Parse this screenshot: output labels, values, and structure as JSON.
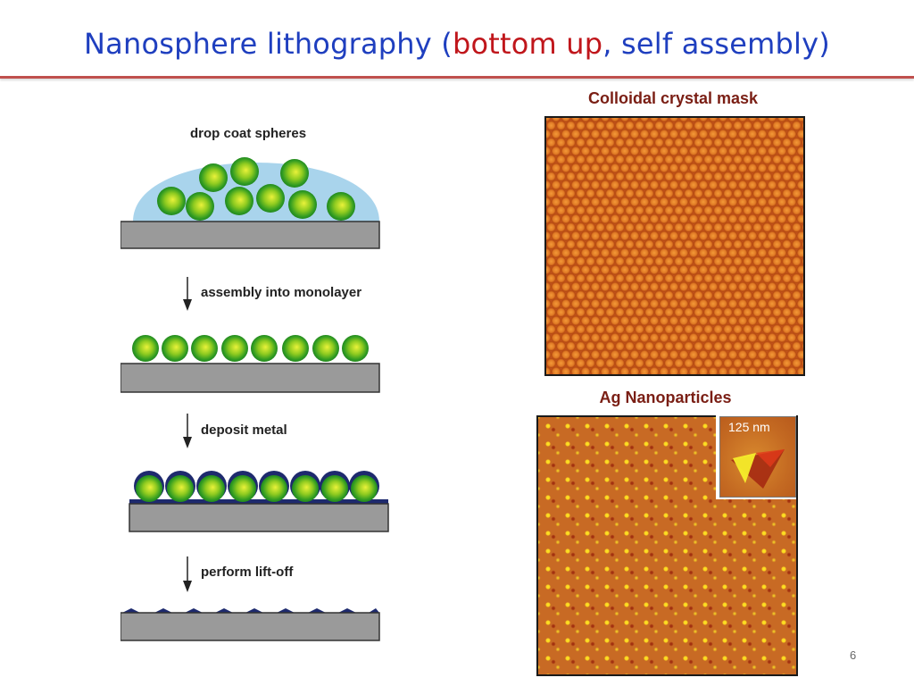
{
  "title": {
    "part1": "Nanosphere lithography (",
    "part2": "bottom up",
    "part3": ", self assembly)"
  },
  "diagram": {
    "steps": [
      "drop coat spheres",
      "assembly into monolayer",
      "deposit metal",
      "perform lift-off"
    ]
  },
  "colloid_panel": {
    "title": "Colloidal crystal mask"
  },
  "ag_panel": {
    "title": "Ag Nanoparticles",
    "inset_label": "125 nm"
  },
  "page_number": "6",
  "colors": {
    "title_blue": "#1f3fbf",
    "title_red": "#c0161b",
    "rule": "#c0504d",
    "sphere_green": "#3aa020",
    "substrate_gray": "#9a9a9a",
    "metal_navy": "#1e2a6e",
    "droplet_blue": "#a9d4ec"
  }
}
